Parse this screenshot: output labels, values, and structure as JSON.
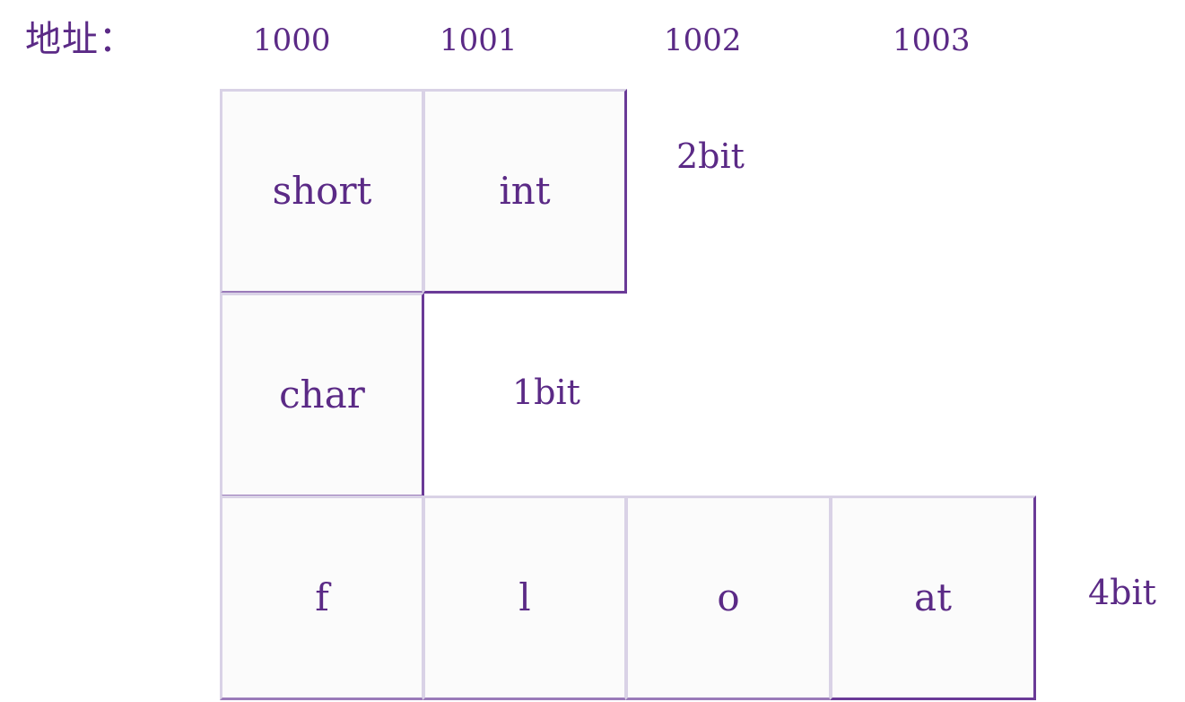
{
  "title": "地址：",
  "addresses": [
    "1000",
    "1001",
    "1002",
    "1003"
  ],
  "row1": {
    "cells": [
      "short",
      "int"
    ],
    "note": "2bit"
  },
  "row2": {
    "cells": [
      "char"
    ],
    "note": "1bit"
  },
  "row3": {
    "cells": [
      "f",
      "l",
      "o",
      "at"
    ],
    "note": "4bit"
  },
  "colors": {
    "text": "#5b2a86",
    "border_light": "#d9d2e6",
    "border_dark": "#6a3a97",
    "cell_fill": "#fbfbfb"
  }
}
